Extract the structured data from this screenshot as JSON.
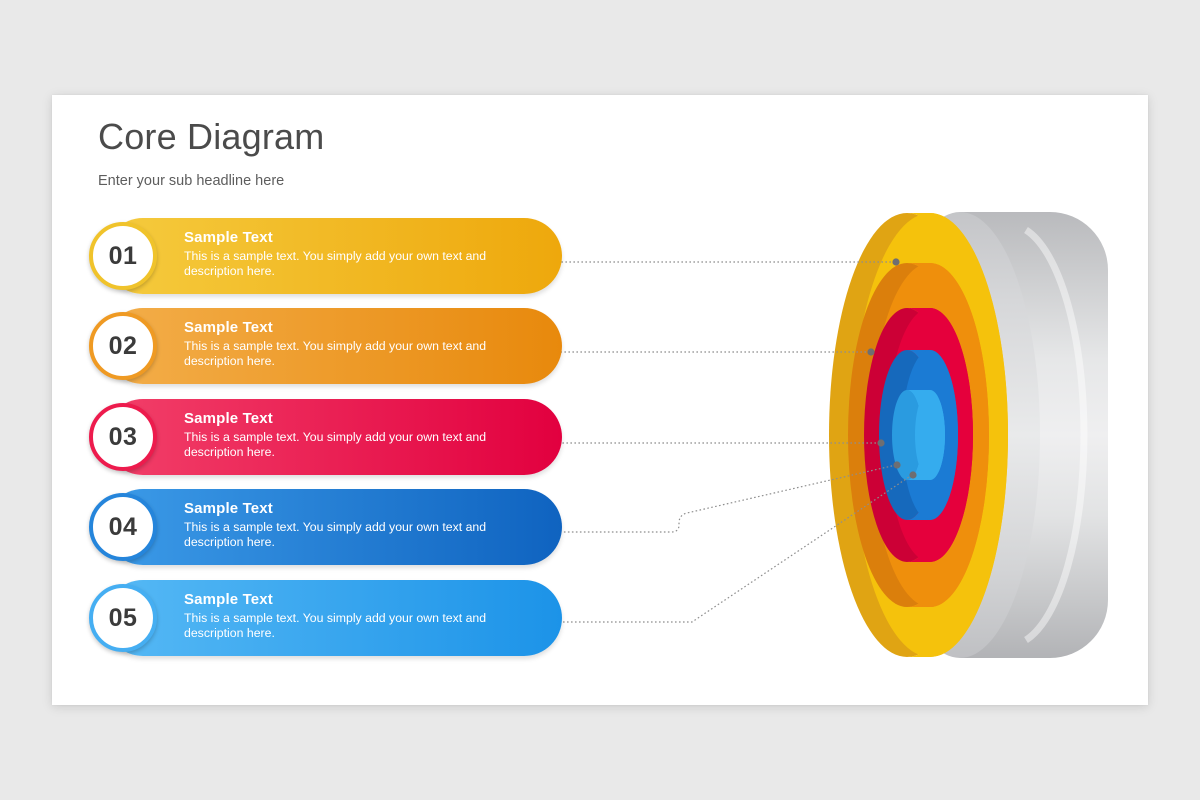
{
  "slide": {
    "title": "Core Diagram",
    "subtitle": "Enter your sub headline here",
    "background_color": "#e9e9e9",
    "surface_color": "#ffffff"
  },
  "items": [
    {
      "number": "01",
      "heading": "Sample Text",
      "description": "This is a sample text. You simply add your own text and description here.",
      "color": "#F2BE22",
      "gradient_from": "#F5CB3E",
      "gradient_to": "#EEA80C",
      "ring_color": "#F0C32B"
    },
    {
      "number": "02",
      "heading": "Sample Text",
      "description": "This is a sample text. You simply add your own text and description here.",
      "color": "#EF9A23",
      "gradient_from": "#F3AE4A",
      "gradient_to": "#E8890C",
      "ring_color": "#EF9A23"
    },
    {
      "number": "03",
      "heading": "Sample Text",
      "description": "This is a sample text. You simply add your own text and description here.",
      "color": "#ED1B4D",
      "gradient_from": "#F24069",
      "gradient_to": "#E2003F",
      "ring_color": "#ED1B4D"
    },
    {
      "number": "04",
      "heading": "Sample Text",
      "description": "This is a sample text. You simply add your own text and description here.",
      "color": "#1B7BD4",
      "gradient_from": "#3C9BE8",
      "gradient_to": "#0F63C0",
      "ring_color": "#2585DB"
    },
    {
      "number": "05",
      "heading": "Sample Text",
      "description": "This is a sample text. You simply add your own text and description here.",
      "color": "#38A8F0",
      "gradient_from": "#56B9F5",
      "gradient_to": "#1C93E8",
      "ring_color": "#45AEF2"
    }
  ],
  "target": {
    "name": "concentric-target-disc",
    "body_color": "#D0D1D3",
    "rings": [
      {
        "label": "ring-outer-yellow",
        "face": "#F5C20C",
        "shade": "#E0A413"
      },
      {
        "label": "ring-orange",
        "face": "#EF8F0C",
        "shade": "#DB7F0C"
      },
      {
        "label": "ring-crimson",
        "face": "#E5003C",
        "shade": "#CC0036"
      },
      {
        "label": "ring-blue",
        "face": "#1B7BD4",
        "shade": "#1669BC"
      },
      {
        "label": "ring-center-lightblue",
        "face": "#35ACEE",
        "shade": "#2A9BE0"
      }
    ]
  },
  "connectors": {
    "line_color": "#8A8A8A",
    "marker_color": "#6E6E72",
    "style": "dotted-with-arrowhead"
  }
}
